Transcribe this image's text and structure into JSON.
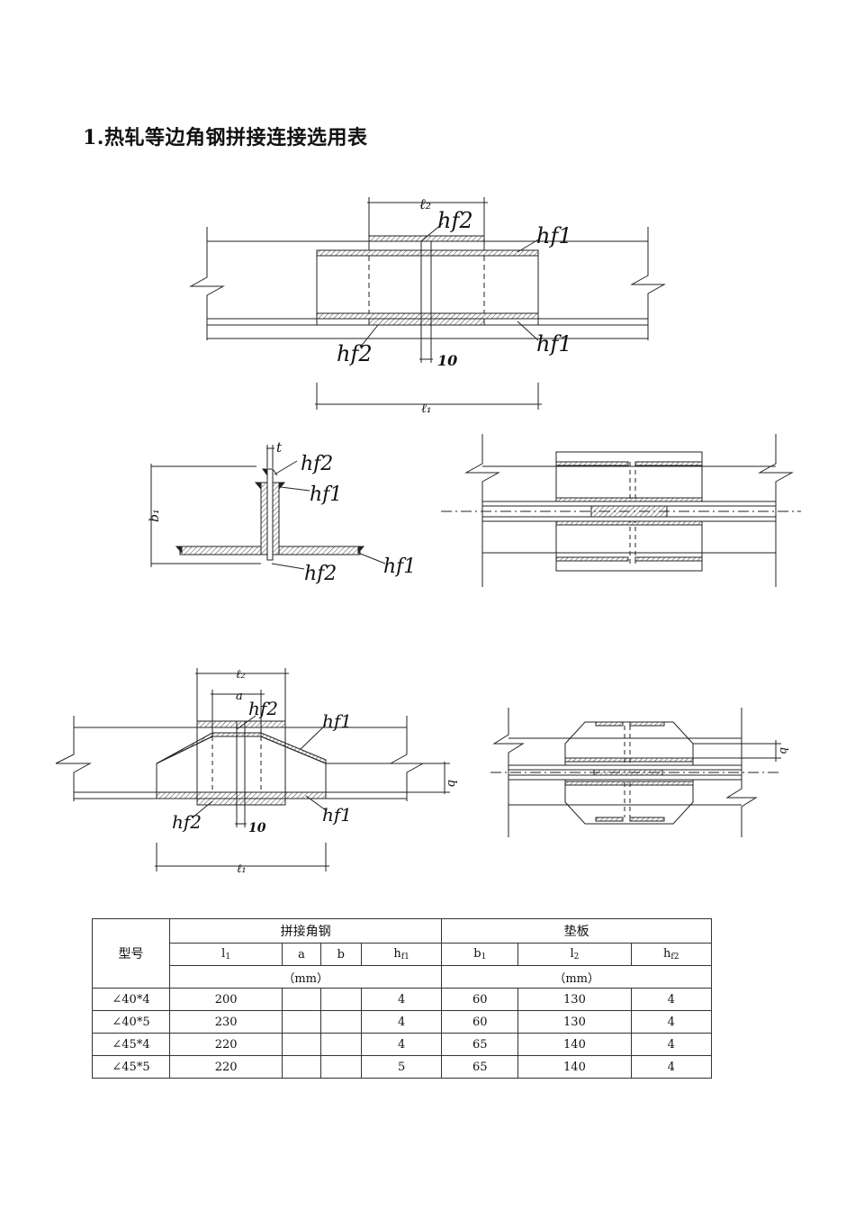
{
  "page": {
    "title": "1.热轧等边角钢拼接连接选用表"
  },
  "fig1": {
    "l2": "ℓ₂",
    "l1": "ℓ₁",
    "hf1_top": "hf1",
    "hf2_top": "hf2",
    "hf1_bottom": "hf1",
    "hf2_bottom": "hf2",
    "gap": "10"
  },
  "fig2": {
    "t": "t",
    "b1": "b₁",
    "hf2_top": "hf2",
    "hf1_top": "hf1",
    "hf2_bottom": "hf2",
    "hf1_bottom": "hf1"
  },
  "fig4": {
    "l2": "ℓ₂",
    "a": "a",
    "l1": "ℓ₁",
    "hf2_top": "hf2",
    "hf1_top": "hf1",
    "hf2_bottom": "hf2",
    "hf1_bottom": "hf1",
    "b": "b",
    "gap": "10"
  },
  "fig5": {
    "b": "b"
  },
  "table": {
    "model_header": "型号",
    "group1": "拼接角钢",
    "group2": "垫板",
    "cols1": [
      "l",
      "a",
      "b",
      "h"
    ],
    "cols1_sub": [
      "1",
      "",
      "",
      "f1"
    ],
    "cols2": [
      "b",
      "l",
      "h"
    ],
    "cols2_sub": [
      "1",
      "2",
      "f2"
    ],
    "unit": "（mm）",
    "rows": [
      {
        "model": "∠40*4",
        "l1": "200",
        "a": "",
        "b": "",
        "hf1": "4",
        "b1": "60",
        "l2": "130",
        "hf2": "4"
      },
      {
        "model": "∠40*5",
        "l1": "230",
        "a": "",
        "b": "",
        "hf1": "4",
        "b1": "60",
        "l2": "130",
        "hf2": "4"
      },
      {
        "model": "∠45*4",
        "l1": "220",
        "a": "",
        "b": "",
        "hf1": "4",
        "b1": "65",
        "l2": "140",
        "hf2": "4"
      },
      {
        "model": "∠45*5",
        "l1": "220",
        "a": "",
        "b": "",
        "hf1": "5",
        "b1": "65",
        "l2": "140",
        "hf2": "4"
      }
    ]
  }
}
